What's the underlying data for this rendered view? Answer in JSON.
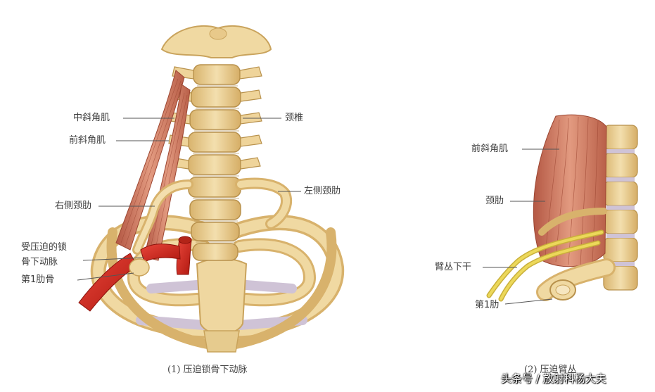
{
  "left_figure": {
    "labels": {
      "middle_scalene": "中斜角肌",
      "anterior_scalene": "前斜角肌",
      "right_cervical_rib": "右侧颈肋",
      "compressed_subclavian_line1": "受压迫的锁",
      "compressed_subclavian_line2": "骨下动脉",
      "first_rib": "第1肋骨",
      "cervical_vertebrae": "颈椎",
      "left_cervical_rib": "左侧颈肋"
    },
    "caption": "(1) 压迫锁骨下动脉"
  },
  "right_figure": {
    "labels": {
      "anterior_scalene": "前斜角肌",
      "cervical_rib": "颈肋",
      "brachial_plexus_lower_trunk": "臂丛下干",
      "first_rib": "第1肋"
    },
    "caption": "(2) 压迫臂丛"
  },
  "watermark": "头条号 / 放射科杨大夫",
  "colors": {
    "bone": "#f0d9a2",
    "bone_shade": "#d9b46e",
    "muscle": "#c8705a",
    "artery": "#d42a20",
    "nerve": "#e8d24a",
    "cartilage": "#cfc3d6"
  }
}
